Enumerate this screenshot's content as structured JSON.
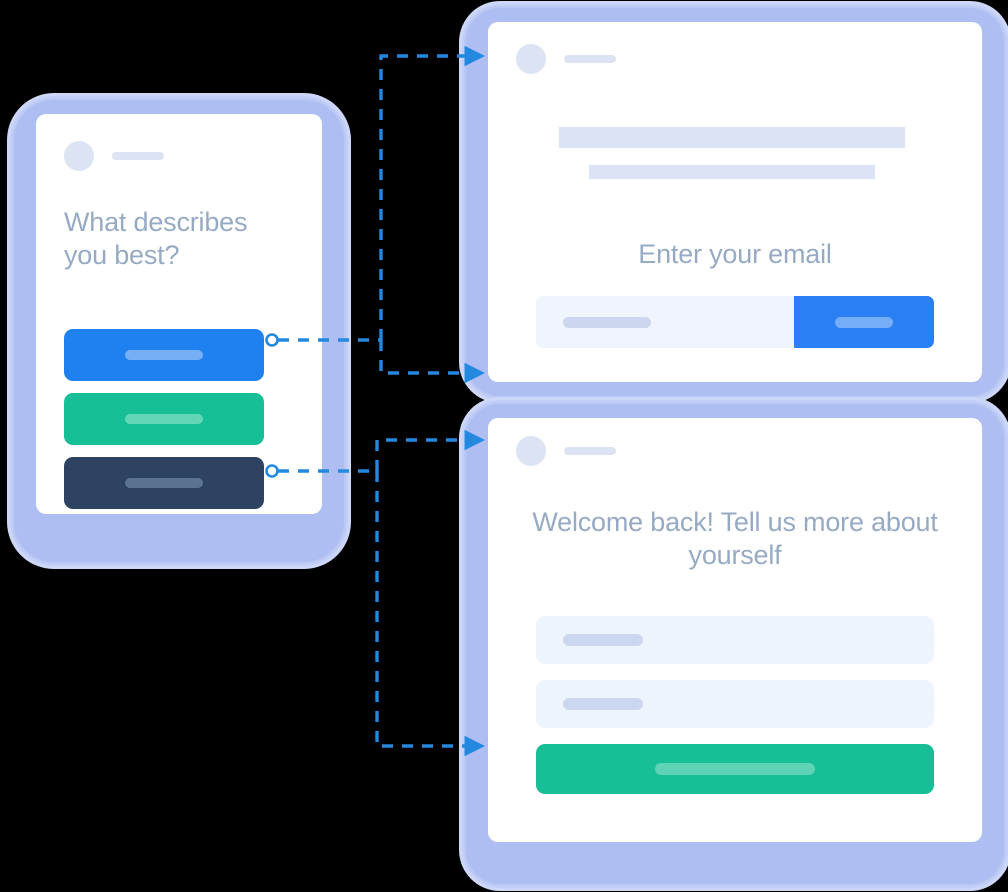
{
  "theme": {
    "background": "#000000",
    "bezel": "#aebef2",
    "card_surface": "#ffffff",
    "heading_text": "#97aac4",
    "skeleton": "#dbe3f5",
    "input_surface": "#eef4fd",
    "placeholder_pill": "#ccd6ef",
    "accent_blue": "#1f80ef",
    "accent_green": "#16bf96",
    "accent_navy": "#2d4361",
    "connector_blue": "#2288e0"
  },
  "phone": {
    "name": "survey-phone-mockup",
    "header": {
      "avatar": "avatar-icon",
      "name_bar": "name-placeholder-bar"
    },
    "heading": "What describes you best?",
    "choices": [
      {
        "id": "choice-blue",
        "label_pill": "option-label-placeholder",
        "color": "#1f80ef"
      },
      {
        "id": "choice-green",
        "label_pill": "option-label-placeholder",
        "color": "#16bf96"
      },
      {
        "id": "choice-navy",
        "label_pill": "option-label-placeholder",
        "color": "#2d4361"
      }
    ]
  },
  "email_card": {
    "name": "email-capture-card",
    "header": {
      "avatar": "avatar-icon",
      "name_bar": "name-placeholder-bar"
    },
    "skeleton_lines": [
      {
        "id": "skeleton-line-1"
      },
      {
        "id": "skeleton-line-2"
      }
    ],
    "heading": "Enter your email",
    "input": {
      "placeholder_pill": "email-placeholder",
      "submit_pill": "submit-label-placeholder",
      "submit_color": "#2b7ff5"
    }
  },
  "profile_card": {
    "name": "profile-details-card",
    "header": {
      "avatar": "avatar-icon",
      "name_bar": "name-placeholder-bar"
    },
    "heading": "Welcome back! Tell us more about yourself",
    "fields": [
      {
        "id": "profile-field-1",
        "placeholder_pill": "field-placeholder"
      },
      {
        "id": "profile-field-2",
        "placeholder_pill": "field-placeholder"
      }
    ],
    "cta": {
      "id": "profile-submit",
      "label_pill": "cta-label-placeholder",
      "color": "#16bf96"
    }
  },
  "connectors": [
    {
      "id": "connector-blue-choice",
      "from": "choice-blue",
      "to": [
        "email-capture-card",
        "profile-details-card"
      ],
      "style": "dashed",
      "color": "#2288e0"
    },
    {
      "id": "connector-navy-choice",
      "from": "choice-navy",
      "to": [
        "email-capture-card",
        "profile-details-card"
      ],
      "style": "dashed",
      "color": "#2288e0"
    }
  ]
}
